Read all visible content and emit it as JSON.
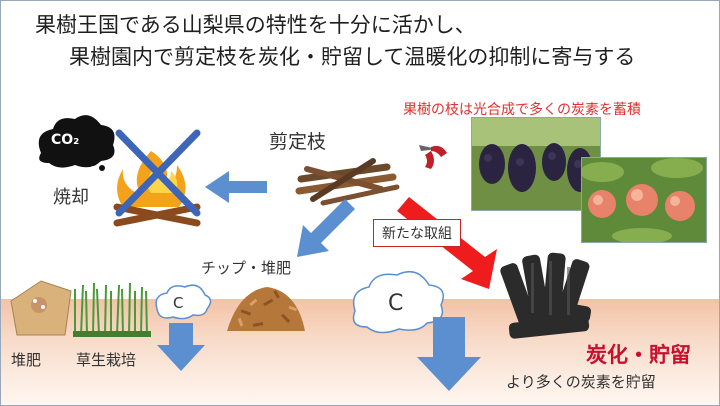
{
  "title_line1": "果樹王国である山梨県の特性を十分に活かし、",
  "title_line2": "果樹園内で剪定枝を炭化・貯留して温暖化の抑制に寄与する",
  "note_red": "果樹の枝は光合成で多くの炭素を蓄積",
  "label_pruned_branches": "剪定枝",
  "label_burning": "焼却",
  "co2_text": "CO₂",
  "new_initiative": "新たな取組",
  "label_chip_compost": "チップ・堆肥",
  "label_compost": "堆肥",
  "label_grass": "草生栽培",
  "carbon_small": "C",
  "carbon_large": "C",
  "label_carbonize": "炭化・貯留",
  "label_more_carbon": "より多くの炭素を貯留",
  "colors": {
    "blue_arrow": "#5b8fd0",
    "red_arrow": "#ee1c1c",
    "highlight_red": "#c8102e",
    "soil": "#f3c2a6"
  },
  "icons": [
    "co2-cloud-icon",
    "bonfire-icon",
    "cross-mark-icon",
    "branches-icon",
    "pruning-shears-icon",
    "charcoal-icon",
    "wood-chips-icon",
    "compost-bag-icon",
    "grass-icon",
    "carbon-cloud-icon"
  ]
}
